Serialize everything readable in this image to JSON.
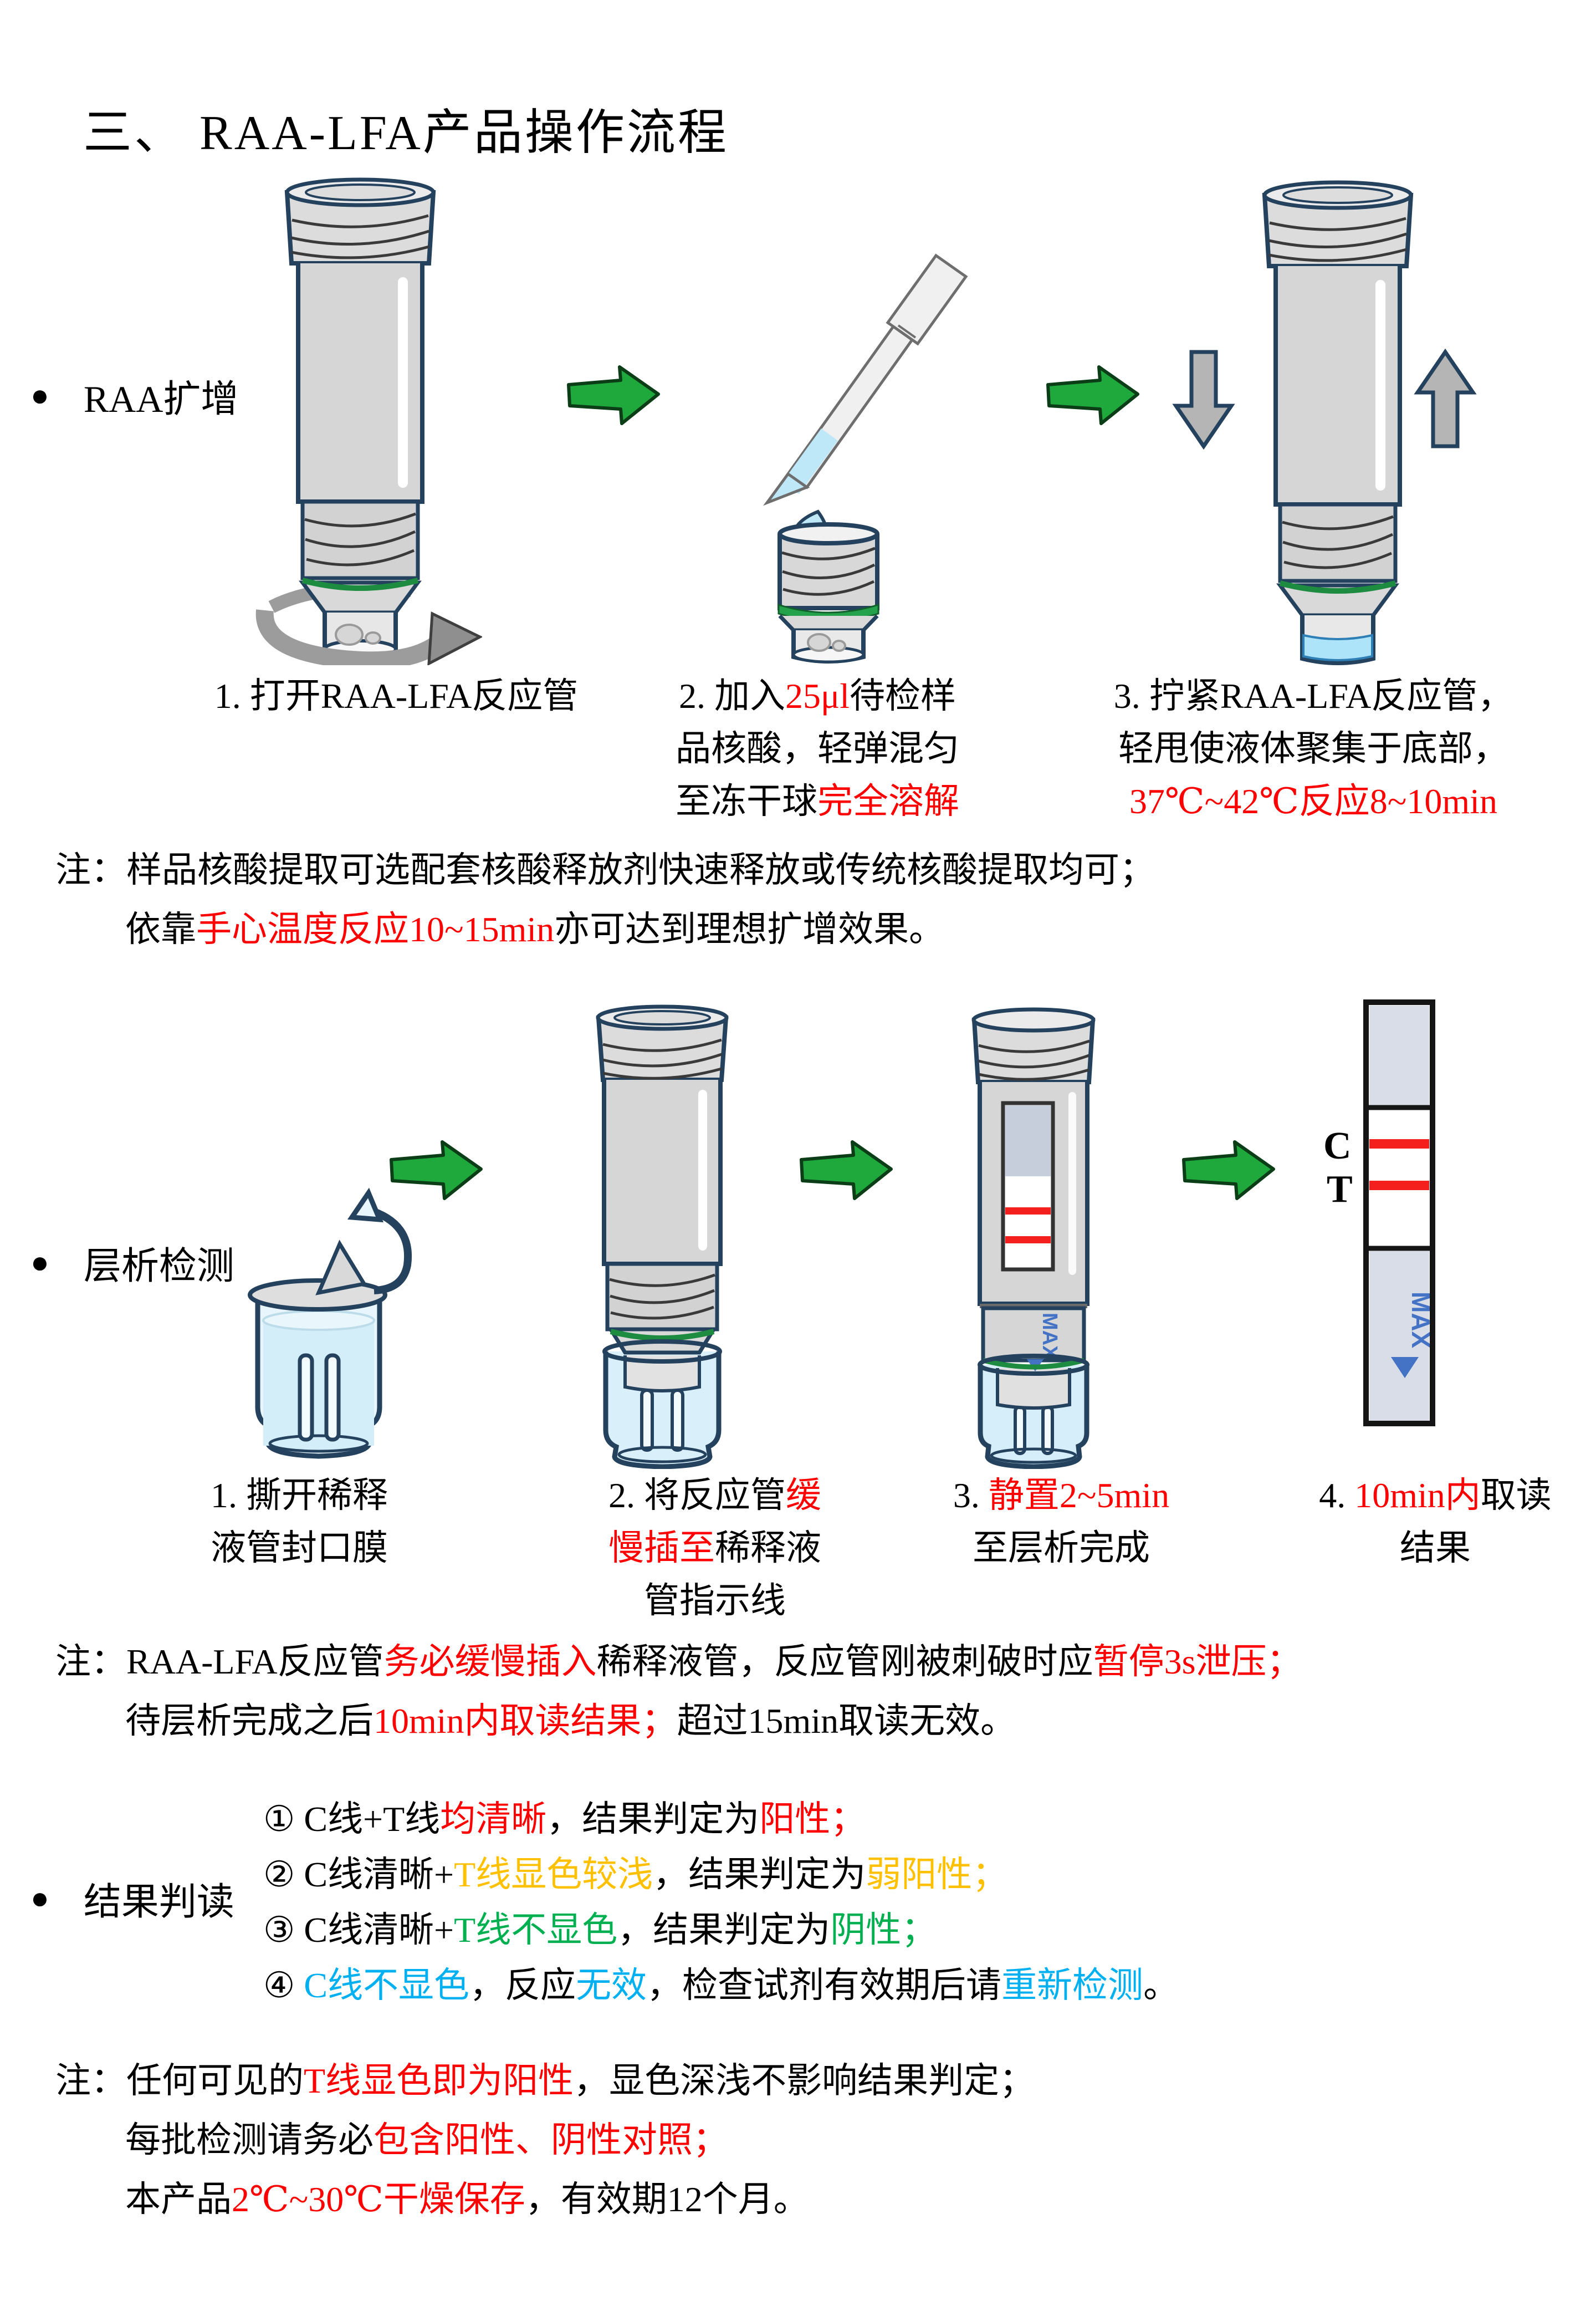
{
  "page": {
    "title": "三、 RAA-LFA产品操作流程",
    "bullet": "●"
  },
  "palette": {
    "highlight_red": "#FE0000",
    "weak_positive_orange": "#FFC000",
    "negative_green": "#00B050",
    "invalid_blue": "#00B0F0",
    "flow_arrow_green": "#1FA83C",
    "strip_line_red": "#F3201D",
    "max_label_blue": "#4472C4"
  },
  "amplification": {
    "label": "RAA扩增",
    "captions": {
      "step1": [
        [
          [
            "1. 打开RAA-LFA反应管",
            "k"
          ]
        ]
      ],
      "step2": [
        [
          [
            "2. 加入",
            "k"
          ],
          [
            "25μl",
            "r"
          ],
          [
            "待检样",
            "k"
          ]
        ],
        [
          [
            "品核酸，轻弹混匀",
            "k"
          ]
        ],
        [
          [
            "至冻干球",
            "k"
          ],
          [
            "完全溶解",
            "r"
          ]
        ]
      ],
      "step3": [
        [
          [
            "3. 拧紧RAA-LFA反应管，",
            "k"
          ]
        ],
        [
          [
            "轻甩使液体聚集于底部，",
            "k"
          ]
        ],
        [
          [
            "37℃~42℃反应8~10min",
            "r"
          ]
        ]
      ]
    },
    "note": [
      [
        [
          "注：样品核酸提取可选配套核酸释放剂快速释放或传统核酸提取均可；",
          "k"
        ]
      ],
      [
        [
          "依靠",
          "k"
        ],
        [
          "手心温度反应10~15min",
          "r"
        ],
        [
          "亦可达到理想扩增效果。",
          "k"
        ]
      ]
    ]
  },
  "chromatography": {
    "label": "层析检测",
    "captions": {
      "step1": [
        [
          [
            "1. 撕开稀释",
            "k"
          ]
        ],
        [
          [
            "液管封口膜",
            "k"
          ]
        ]
      ],
      "step2": [
        [
          [
            "2. 将反应管",
            "k"
          ],
          [
            "缓",
            "r"
          ]
        ],
        [
          [
            "慢插至",
            "r"
          ],
          [
            "稀释液",
            "k"
          ]
        ],
        [
          [
            "管指示线",
            "k"
          ]
        ]
      ],
      "step3": [
        [
          [
            "3. ",
            "k"
          ],
          [
            "静置2~5min",
            "r"
          ]
        ],
        [
          [
            "至层析完成",
            "k"
          ]
        ]
      ],
      "step4": [
        [
          [
            "4. ",
            "k"
          ],
          [
            "10min内",
            "r"
          ],
          [
            "取读",
            "k"
          ]
        ],
        [
          [
            "结果",
            "k"
          ]
        ]
      ]
    },
    "note": [
      [
        [
          "注：RAA-LFA反应管",
          "k"
        ],
        [
          "务必缓慢插入",
          "r"
        ],
        [
          "稀释液管，反应管刚被刺破时应",
          "k"
        ],
        [
          "暂停3s泄压；",
          "r"
        ]
      ],
      [
        [
          "待层析完成之后",
          "k"
        ],
        [
          "10min内取读结果；",
          "r"
        ],
        [
          "超过15min取读无效。",
          "k"
        ]
      ]
    ],
    "strip": {
      "c_label": "C",
      "t_label": "T",
      "max_label": "MAX"
    }
  },
  "interpretation": {
    "label": "结果判读",
    "items": [
      [
        [
          [
            "① C线+T线",
            "k"
          ],
          [
            "均清晰",
            "r"
          ],
          [
            "，结果判定为",
            "k"
          ],
          [
            "阳性；",
            "r"
          ]
        ]
      ],
      [
        [
          [
            "② C线清晰+",
            "k"
          ],
          [
            "T线显色较浅",
            "o"
          ],
          [
            "，结果判定为",
            "k"
          ],
          [
            "弱阳性；",
            "o"
          ]
        ]
      ],
      [
        [
          [
            "③ C线清晰+",
            "k"
          ],
          [
            "T线不显色",
            "g"
          ],
          [
            "，结果判定为",
            "k"
          ],
          [
            "阴性；",
            "g"
          ]
        ]
      ],
      [
        [
          [
            "④ ",
            "k"
          ],
          [
            "C线不显色",
            "b"
          ],
          [
            "，反应",
            "k"
          ],
          [
            "无效",
            "b"
          ],
          [
            "，检查试剂有效期后请",
            "k"
          ],
          [
            "重新检测",
            "b"
          ],
          [
            "。",
            "k"
          ]
        ]
      ]
    ],
    "note": [
      [
        [
          "注：任何可见的",
          "k"
        ],
        [
          "T线显色即为阳性",
          "r"
        ],
        [
          "，显色深浅不影响结果判定；",
          "k"
        ]
      ],
      [
        [
          "每批检测请务必",
          "k"
        ],
        [
          "包含阳性、阴性对照；",
          "r"
        ]
      ],
      [
        [
          "本产品",
          "k"
        ],
        [
          "2℃~30℃干燥保存",
          "r"
        ],
        [
          "，有效期12个月。",
          "k"
        ]
      ]
    ]
  }
}
